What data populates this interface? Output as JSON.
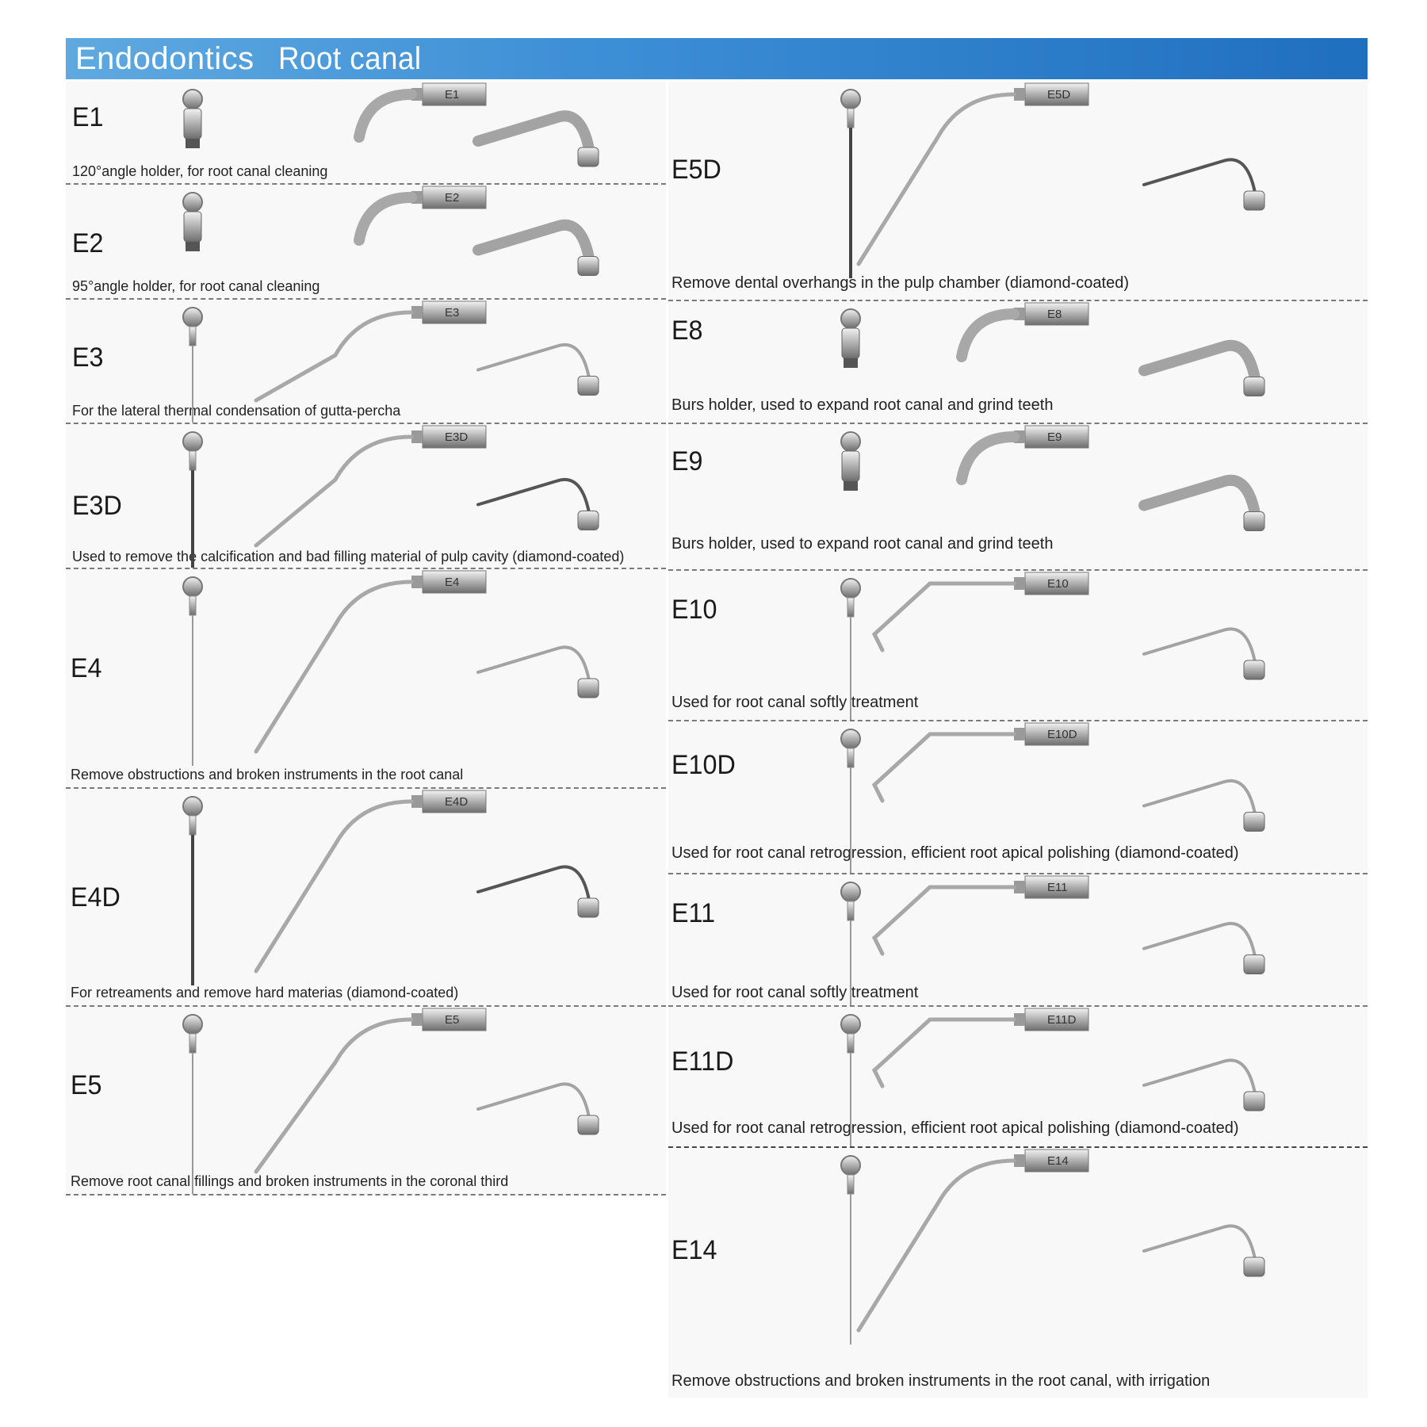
{
  "header": {
    "title": "Endodontics",
    "subtitle": "Root canal"
  },
  "left_column": [
    {
      "code": "E1",
      "tag": "E1",
      "shape": "holder",
      "description": "120°angle holder, for root canal cleaning"
    },
    {
      "code": "E2",
      "tag": "E2",
      "shape": "holder",
      "description": "95°angle holder, for root canal cleaning"
    },
    {
      "code": "E3",
      "tag": "E3",
      "shape": "plain",
      "description": "For the lateral thermal condensation of gutta-percha"
    },
    {
      "code": "E3D",
      "tag": "E3D",
      "shape": "diamond",
      "description": "Used to remove the calcification and bad filling material of pulp cavity (diamond-coated)"
    },
    {
      "code": "E4",
      "tag": "E4",
      "shape": "plain",
      "description": "Remove obstructions and broken instruments in the root canal"
    },
    {
      "code": "E4D",
      "tag": "E4D",
      "shape": "diamond",
      "description": "For retreaments and remove hard materias (diamond-coated)"
    },
    {
      "code": "E5",
      "tag": "E5",
      "shape": "plain",
      "description": "Remove root canal fillings and broken instruments in the coronal third"
    }
  ],
  "right_column": [
    {
      "code": "E5D",
      "tag": "E5D",
      "shape": "diamond",
      "description": "Remove dental overhangs in the pulp chamber (diamond-coated)"
    },
    {
      "code": "E8",
      "tag": "E8",
      "shape": "holder",
      "description": "Burs holder, used to expand root canal and grind teeth"
    },
    {
      "code": "E9",
      "tag": "E9",
      "shape": "holder",
      "description": "Burs holder, used to expand root canal and grind teeth"
    },
    {
      "code": "E10",
      "tag": "E10",
      "shape": "hook",
      "description": "Used for root canal softly treatment"
    },
    {
      "code": "E10D",
      "tag": "E10D",
      "shape": "hook",
      "description": "Used for root canal retrogression, efficient root apical polishing (diamond-coated)"
    },
    {
      "code": "E11",
      "tag": "E11",
      "shape": "hook",
      "description": "Used for root canal softly treatment"
    },
    {
      "code": "E11D",
      "tag": "E11D",
      "shape": "hook",
      "description": "Used for root canal retrogression, efficient root apical polishing (diamond-coated)"
    },
    {
      "code": "E14",
      "tag": "E14",
      "shape": "plain",
      "description": "Remove obstructions and broken instruments in the root canal, with irrigation"
    }
  ]
}
